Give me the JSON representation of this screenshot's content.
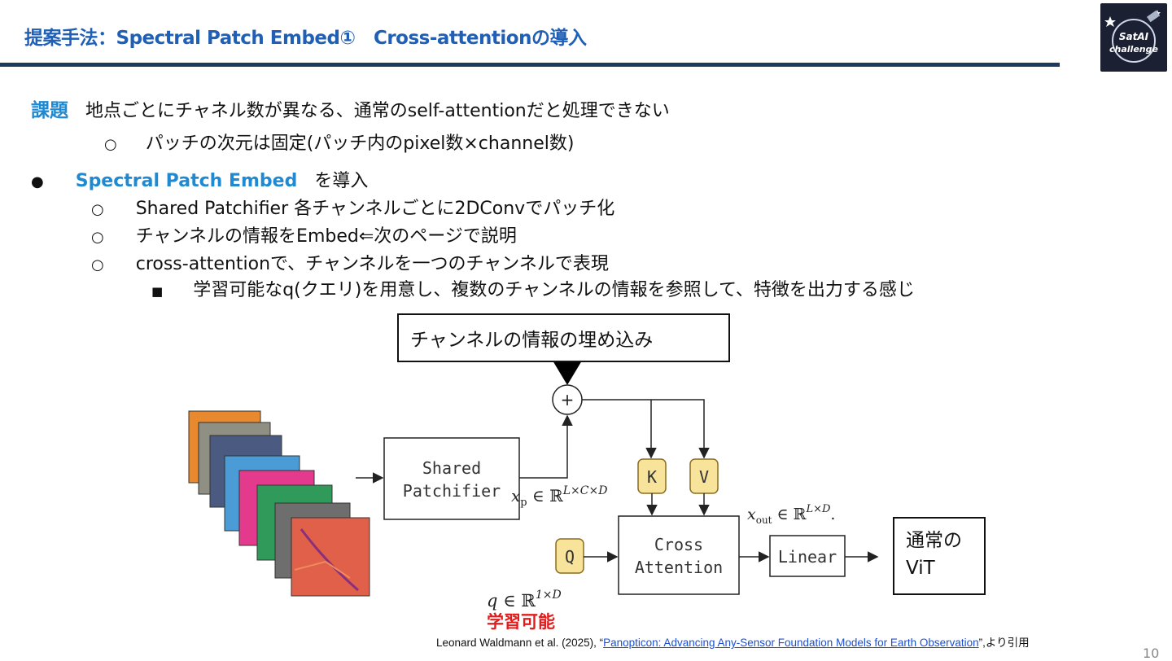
{
  "header": {
    "title": "提案手法：Spectral Patch Embed①　Cross-attentionの導入",
    "logo_text_1": "SatAI",
    "logo_text_2": "challenge"
  },
  "body": {
    "problem_label": "課題",
    "problem_text": "地点ごとにチャネル数が異なる、通常のself-attentionだと処理できない",
    "problem_sub": "パッチの次元は固定(パッチ内のpixel数×channel数)",
    "intro_accent": "Spectral Patch Embed",
    "intro_rest": "を導入",
    "items": [
      "Shared Patchifier 各チャンネルごとに2DConvでパッチ化",
      "チャンネルの情報をEmbed⇐次のページで説明",
      "cross-attentionで、チャンネルを一つのチャンネルで表現"
    ],
    "subitem": "学習可能なq(クエリ)を用意し、複数のチャンネルの情報を参照して、特徴を出力する感じ",
    "markers": {
      "bullet": "●",
      "circle": "○",
      "square": "■"
    }
  },
  "diagram": {
    "embed_box_label": "チャンネルの情報の埋め込み",
    "vit_line1": "通常の",
    "vit_line2": "ViT",
    "patchifier_line1": "Shared",
    "patchifier_line2": "Patchifier",
    "plus_symbol": "+",
    "k_label": "K",
    "v_label": "V",
    "q_label": "Q",
    "cross_line1": "Cross",
    "cross_line2": "Attention",
    "linear_label": "Linear",
    "xp_label": "x_p ∈ ℝ^{L×C×D}",
    "xp_base": "x",
    "xp_sub": "p",
    "xp_mid": " ∈ ℝ",
    "xp_sup": "L×C×D",
    "xout_base": "x",
    "xout_sub": "out",
    "xout_mid": " ∈ ℝ",
    "xout_sup": "L×D",
    "xout_end": ".",
    "q_base": "q",
    "q_mid": " ∈ ℝ",
    "q_sup": "1×D",
    "trainable": "学習可能",
    "colors": {
      "kqv_fill": "#f7e39a",
      "kqv_stroke": "#8a6d1f",
      "layer_colors": [
        "#e8892f",
        "#8f8f84",
        "#4a5a80",
        "#4a9bd6",
        "#e43a8e",
        "#2f9a5a",
        "#6e6e6e",
        "#e0604a"
      ]
    }
  },
  "citation": {
    "prefix": "Leonard Waldmann et al. (2025), “",
    "link_text": "Panopticon: Advancing Any-Sensor Foundation Models for Earth Observation",
    "suffix": "”,より引用"
  },
  "page_number": "10"
}
